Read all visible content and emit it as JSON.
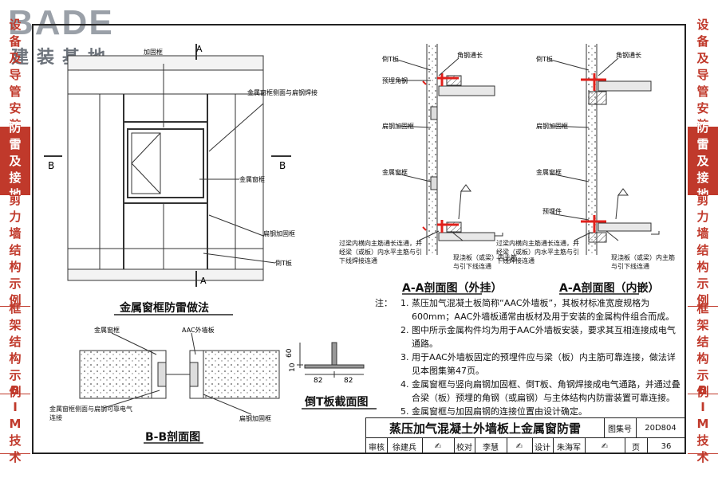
{
  "logo": {
    "brand": "BADE",
    "subtitle": "建装基地"
  },
  "left_tabs": [
    {
      "label": "设备及导管安装",
      "active": false
    },
    {
      "label": "防雷及接地",
      "active": true
    },
    {
      "label": "剪力墙结构示例",
      "active": false
    },
    {
      "label": "框架结构示例",
      "active": false
    },
    {
      "label": "BIM技术",
      "active": false
    }
  ],
  "right_tabs": [
    {
      "label": "设备及导管安装",
      "active": false
    },
    {
      "label": "防雷及接地",
      "active": true
    },
    {
      "label": "剪力墙结构示例",
      "active": false
    },
    {
      "label": "框架结构示例",
      "active": false
    },
    {
      "label": "BIM技术",
      "active": false
    }
  ],
  "elevation": {
    "section_a_top": "A",
    "section_a_bottom": "A",
    "section_b_left": "B",
    "section_b_right": "B",
    "label_frame_weld": "金属窗框侧面与扁钢焊接",
    "label_window_frame": "金属窗框",
    "label_flat_steel": "扁钢加固框",
    "label_t_plate": "倒T板",
    "label_reinforce_top": "加固框",
    "caption": "金属窗框防雷做法"
  },
  "section_outer": {
    "label_t_plate": "倒T板",
    "label_angle": "角钢通长",
    "label_embedded_angle": "预埋角钢",
    "label_flat_steel": "扁钢加固框",
    "label_window_frame": "金属窗框",
    "note_left": "过梁内横向主筋通长连通，并经梁（或板）内水平主筋与引下线焊接连通",
    "note_right": "现浇板（或梁）内主筋与引下线连通",
    "caption": "A-A剖面图（外挂）"
  },
  "section_inner": {
    "label_t_plate": "倒T板",
    "label_angle": "角钢通长",
    "label_flat_steel": "扁钢加固框",
    "label_window_frame": "金属窗框",
    "label_embedded": "预埋件",
    "note_left": "过梁内横向主筋通长连通，并经梁（或板）内水平主筋与引下线焊接连通",
    "note_right": "现浇板（或梁）内主筋与引下线连通",
    "caption": "A-A剖面图（内嵌）"
  },
  "section_bb": {
    "label_window_frame": "金属窗框",
    "label_aac": "AAC外墙板",
    "label_weld": "金属窗框侧面与扁钢可靠电气连接",
    "label_flat_steel": "扁钢加固框",
    "caption": "B-B剖面图"
  },
  "t_section": {
    "dim_10": "10",
    "dim_60": "60",
    "dim_82a": "82",
    "dim_82b": "82",
    "caption": "倒T板截面图"
  },
  "notes": {
    "prefix": "注：",
    "items": [
      {
        "num": "1.",
        "text": "蒸压加气混凝土板简称“AAC外墙板”，其板材标准宽度规格为600mm；AAC外墙板通常由板材及用于安装的金属构件组合而成。"
      },
      {
        "num": "2.",
        "text": "图中所示金属构件均为用于AAC外墙板安装，要求其互相连接成电气通路。"
      },
      {
        "num": "3.",
        "text": "用于AAC外墙板固定的预埋件应与梁（板）内主筋可靠连接，做法详见本图集第47页。"
      },
      {
        "num": "4.",
        "text": "金属窗框与竖向扁钢加固框、倒T板、角钢焊接成电气通路，并通过叠合梁（板）预埋的角钢（或扁钢）与主体结构内防雷装置可靠连接。"
      },
      {
        "num": "5.",
        "text": "金属窗框与加固扁钢的连接位置由设计确定。"
      }
    ]
  },
  "title_block": {
    "title": "蒸压加气混凝土外墙板上金属窗防雷",
    "atlas_label": "图集号",
    "atlas_no": "20D804",
    "review_label": "审核",
    "reviewer": "徐建兵",
    "check_label": "校对",
    "checker": "李慧",
    "design_label": "设计",
    "designer": "朱海军",
    "page_label": "页",
    "page_no": "36"
  },
  "colors": {
    "accent_red": "#c0392b",
    "line": "#222222",
    "highlight": "#e0201b"
  }
}
